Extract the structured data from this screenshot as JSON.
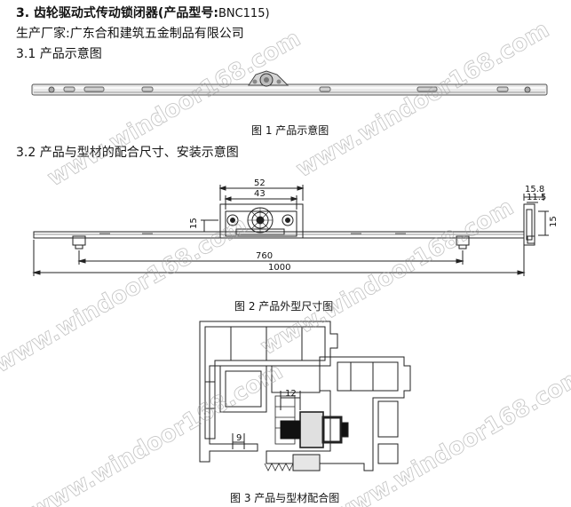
{
  "heading": {
    "number": "3.",
    "title": "齿轮驱动式传动锁闭器(产品型号:",
    "model": "BNC115)"
  },
  "manufacturer": "生产厂家:广东合和建筑五金制品有限公司",
  "section_3_1": "3.1 产品示意图",
  "figure_1_caption": "图 1 产品示意图",
  "section_3_2": "3.2 产品与型材的配合尺寸、安装示意图",
  "figure_2_caption": "图 2 产品外型尺寸图",
  "figure_3_caption": "图 3 产品与型材配合图",
  "dimensions_fig2": {
    "width_outer": "52",
    "width_inner": "43",
    "height_left": "15",
    "spacing": "760",
    "total_length": "1000",
    "side_width": "15.8",
    "side_inner": "11.5",
    "side_height": "15"
  },
  "dimensions_fig3": {
    "offset": "12",
    "gap": "9"
  },
  "watermark": "www.windoor168.com"
}
